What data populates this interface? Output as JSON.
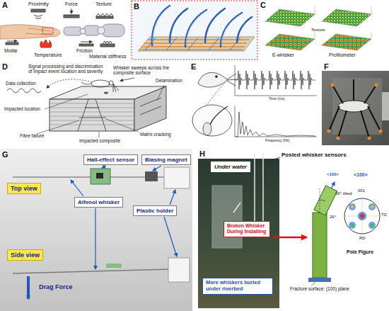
{
  "diagram": {
    "nodes": [
      {
        "text": [
          "Top view"
        ]
      },
      {
        "text": [
          "Hall-effect sensor"
        ]
      },
      {
        "text": [
          "Biasing magnet"
        ]
      },
      {
        "text": [
          "Alfenol whisker"
        ]
      },
      {
        "text": [
          "Plastic holder"
        ]
      },
      {
        "text": [
          "Side view"
        ]
      },
      {
        "text": [
          "Under water"
        ]
      },
      {
        "text": [
          "More whiskers buried under riverbed"
        ]
      },
      {
        "text": [
          "Broken Whisker During Installing"
        ]
      }
    ],
    "labels": [
      "A",
      "Proximity",
      "Force",
      "Texture",
      "Motile",
      "Temperature",
      "Friction",
      "Material stiffness",
      "B",
      "C",
      "Texture",
      "E-whisker",
      "Profilometer",
      "D",
      "Data collection",
      "Signal processing and discrimination of impact event location and severity",
      "Whisker sweeps across the composite surface",
      "Impacted location",
      "Delamination",
      "Fibre failure",
      "Matrix cracking",
      "Impacted composite",
      "E",
      "Time (ms)",
      "Frequency (Hz)",
      "F",
      "G",
      "Drag Force",
      "H",
      "Posted whisker sensors",
      "<100>",
      "26°",
      "Pole Figure",
      "001",
      "TD",
      "RD",
      "26° tilted",
      "Fracture surface: (100) plane",
      "<100>"
    ]
  }
}
